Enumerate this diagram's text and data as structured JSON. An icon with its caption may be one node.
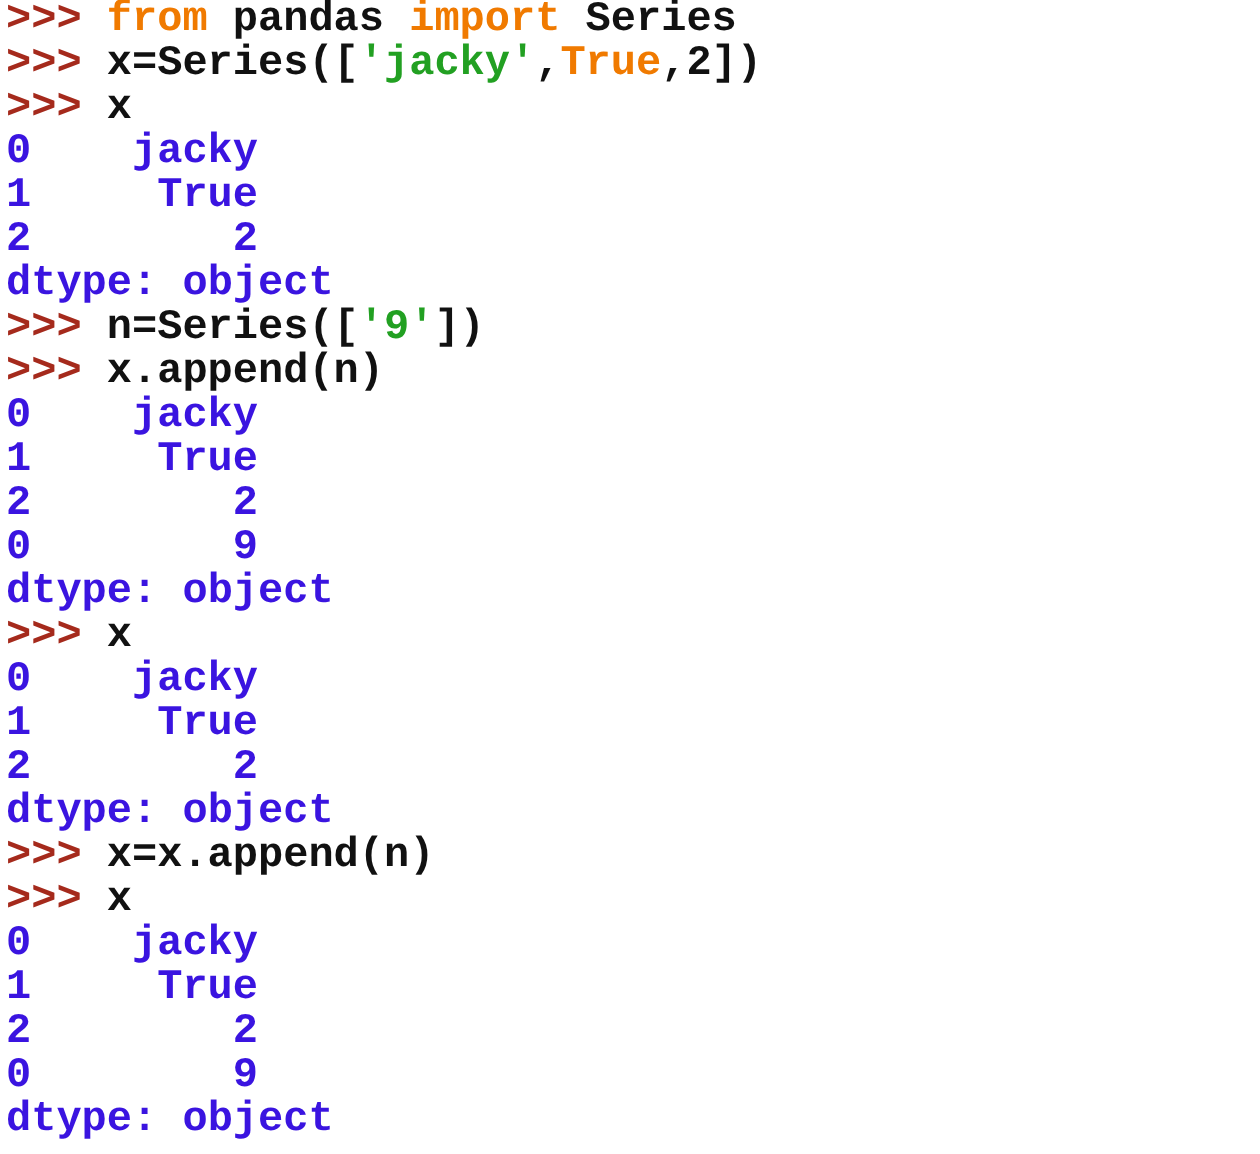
{
  "diagram": {
    "labels": [
      ">>>",
      "from",
      "pandas",
      "import",
      "Series",
      ">>>",
      "x=Series([",
      "'jacky'",
      ",",
      "True",
      ",2])",
      ">>>",
      "x",
      "0",
      "jacky",
      "1",
      "True",
      "2",
      "2",
      "dtype: object",
      ">>>",
      "n=Series([",
      "'9'",
      "])",
      ">>>",
      "x.append(n)",
      "0",
      "jacky",
      "1",
      "True",
      "2",
      "2",
      "0",
      "9",
      "dtype: object",
      ">>>",
      "x",
      "0",
      "jacky",
      "1",
      "True",
      "2",
      "2",
      "dtype: object",
      ">>>",
      "x=x.append(n)",
      ">>>",
      "x",
      "0",
      "jacky",
      "1",
      "True",
      "2",
      "2",
      "0",
      "9",
      "dtype: object"
    ]
  }
}
